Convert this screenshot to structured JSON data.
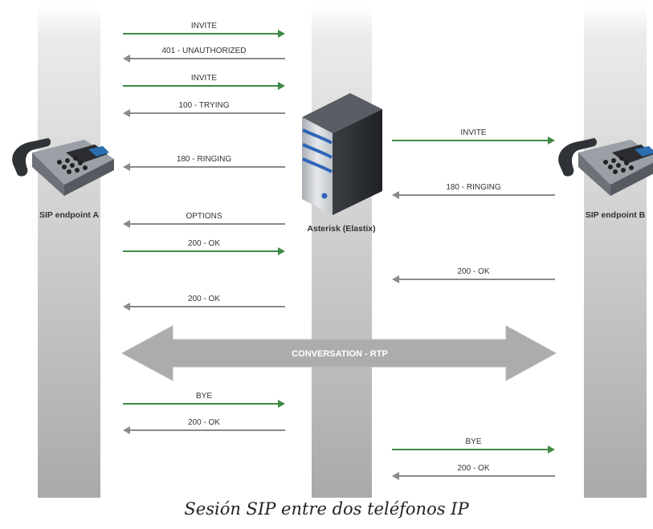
{
  "nodes": {
    "endpoint_a": "SIP endpoint A",
    "server": "Asterisk (Elastix)",
    "endpoint_b": "SIP endpoint B"
  },
  "messages": [
    {
      "label": "INVITE",
      "from": "A",
      "to": "S"
    },
    {
      "label": "401 - UNAUTHORIZED",
      "from": "S",
      "to": "A"
    },
    {
      "label": "INVITE",
      "from": "A",
      "to": "S"
    },
    {
      "label": "100 - TRYING",
      "from": "S",
      "to": "A"
    },
    {
      "label": "INVITE",
      "from": "S",
      "to": "B"
    },
    {
      "label": "180 - RINGING",
      "from": "S",
      "to": "A"
    },
    {
      "label": "180 - RINGING",
      "from": "B",
      "to": "S"
    },
    {
      "label": "OPTIONS",
      "from": "S",
      "to": "A"
    },
    {
      "label": "200 - OK",
      "from": "A",
      "to": "S"
    },
    {
      "label": "200 - OK",
      "from": "B",
      "to": "S"
    },
    {
      "label": "200 - OK",
      "from": "S",
      "to": "A"
    },
    {
      "label": "BYE",
      "from": "A",
      "to": "S"
    },
    {
      "label": "200 - OK",
      "from": "S",
      "to": "A"
    },
    {
      "label": "BYE",
      "from": "S",
      "to": "B"
    },
    {
      "label": "200 - OK",
      "from": "B",
      "to": "S"
    }
  ],
  "conversation": {
    "label": "CONVERSATION - RTP"
  },
  "caption": "Sesión SIP entre dos teléfonos IP",
  "colors": {
    "forward": "#3f8a45",
    "backward": "#8a8a8a",
    "lane": "#d6d6d6"
  }
}
